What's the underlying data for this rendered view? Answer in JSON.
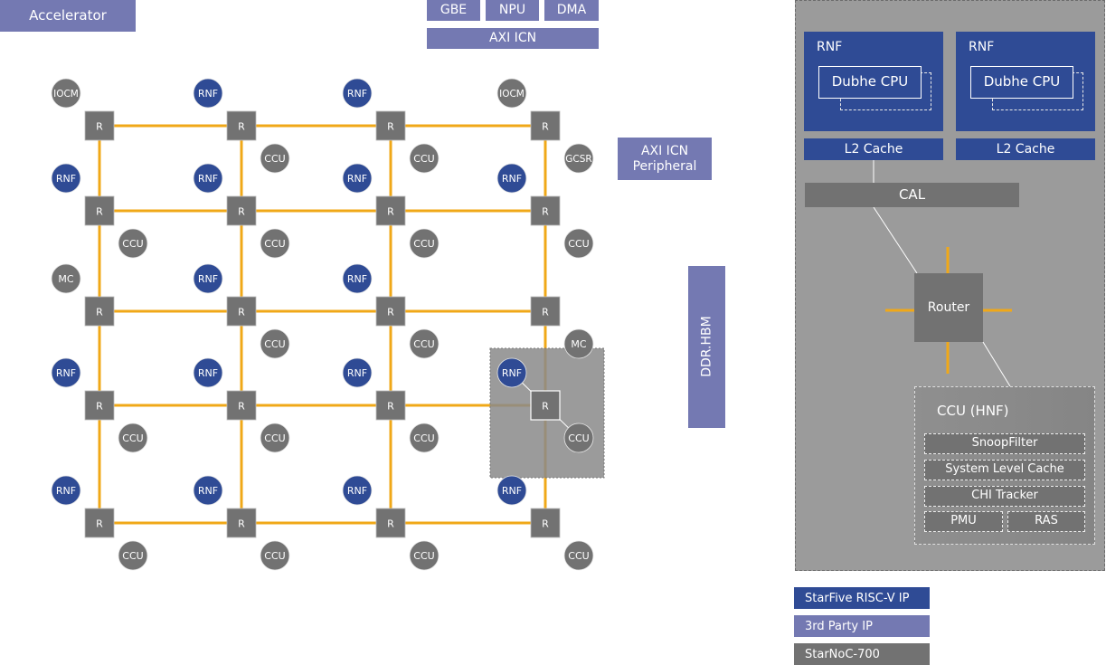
{
  "top_blocks": {
    "accelerator": "Accelerator",
    "gbe": "GBE",
    "npu": "NPU",
    "dma": "DMA",
    "axi_icn": "AXI ICN",
    "axi_icn_peripheral_line1": "AXI ICN",
    "axi_icn_peripheral_line2": "Peripheral",
    "ddr_hbm": "DDR.HBM"
  },
  "mesh": {
    "router_label": "R",
    "routers": [
      [
        {
          "label": "R"
        },
        {
          "label": "R"
        },
        {
          "label": "R"
        },
        {
          "label": "R"
        }
      ],
      [
        {
          "label": "R"
        },
        {
          "label": "R"
        },
        {
          "label": "R"
        },
        {
          "label": "R"
        }
      ],
      [
        {
          "label": "R"
        },
        {
          "label": "R"
        },
        {
          "label": "R"
        },
        {
          "label": "R"
        }
      ],
      [
        {
          "label": "R"
        },
        {
          "label": "R"
        },
        {
          "label": "R"
        },
        {
          "label": "R"
        }
      ],
      [
        {
          "label": "R"
        },
        {
          "label": "R"
        },
        {
          "label": "R"
        },
        {
          "label": "R"
        }
      ]
    ],
    "nodes": [
      {
        "label": "IOCM",
        "type": "noc",
        "row": 0,
        "col": 0,
        "pos": "nw"
      },
      {
        "label": "RNF",
        "type": "star",
        "row": 0,
        "col": 1,
        "pos": "nw"
      },
      {
        "label": "RNF",
        "type": "star",
        "row": 0,
        "col": 2,
        "pos": "nw"
      },
      {
        "label": "IOCM",
        "type": "noc",
        "row": 0,
        "col": 3,
        "pos": "nw"
      },
      {
        "label": "CCU",
        "type": "noc",
        "row": 0,
        "col": 1,
        "pos": "se"
      },
      {
        "label": "CCU",
        "type": "noc",
        "row": 0,
        "col": 2,
        "pos": "se"
      },
      {
        "label": "GCSR",
        "type": "noc",
        "row": 0,
        "col": 3,
        "pos": "se"
      },
      {
        "label": "RNF",
        "type": "star",
        "row": 1,
        "col": 0,
        "pos": "nw"
      },
      {
        "label": "RNF",
        "type": "star",
        "row": 1,
        "col": 1,
        "pos": "nw"
      },
      {
        "label": "RNF",
        "type": "star",
        "row": 1,
        "col": 2,
        "pos": "nw"
      },
      {
        "label": "RNF",
        "type": "star",
        "row": 1,
        "col": 3,
        "pos": "nw"
      },
      {
        "label": "CCU",
        "type": "noc",
        "row": 1,
        "col": 0,
        "pos": "se"
      },
      {
        "label": "CCU",
        "type": "noc",
        "row": 1,
        "col": 1,
        "pos": "se"
      },
      {
        "label": "CCU",
        "type": "noc",
        "row": 1,
        "col": 2,
        "pos": "se"
      },
      {
        "label": "CCU",
        "type": "noc",
        "row": 1,
        "col": 3,
        "pos": "se"
      },
      {
        "label": "MC",
        "type": "noc",
        "row": 2,
        "col": 0,
        "pos": "nw"
      },
      {
        "label": "RNF",
        "type": "star",
        "row": 2,
        "col": 1,
        "pos": "nw"
      },
      {
        "label": "RNF",
        "type": "star",
        "row": 2,
        "col": 2,
        "pos": "nw"
      },
      {
        "label": "CCU",
        "type": "noc",
        "row": 2,
        "col": 1,
        "pos": "se"
      },
      {
        "label": "CCU",
        "type": "noc",
        "row": 2,
        "col": 2,
        "pos": "se"
      },
      {
        "label": "MC",
        "type": "noc",
        "row": 2,
        "col": 3,
        "pos": "se"
      },
      {
        "label": "RNF",
        "type": "star",
        "row": 3,
        "col": 0,
        "pos": "nw"
      },
      {
        "label": "RNF",
        "type": "star",
        "row": 3,
        "col": 1,
        "pos": "nw"
      },
      {
        "label": "RNF",
        "type": "star",
        "row": 3,
        "col": 2,
        "pos": "nw"
      },
      {
        "label": "RNF",
        "type": "star",
        "row": 3,
        "col": 3,
        "pos": "nw"
      },
      {
        "label": "CCU",
        "type": "noc",
        "row": 3,
        "col": 0,
        "pos": "se"
      },
      {
        "label": "CCU",
        "type": "noc",
        "row": 3,
        "col": 1,
        "pos": "se"
      },
      {
        "label": "CCU",
        "type": "noc",
        "row": 3,
        "col": 2,
        "pos": "se"
      },
      {
        "label": "CCU",
        "type": "noc",
        "row": 3,
        "col": 3,
        "pos": "se"
      },
      {
        "label": "RNF",
        "type": "star",
        "row": 4,
        "col": 0,
        "pos": "nw"
      },
      {
        "label": "RNF",
        "type": "star",
        "row": 4,
        "col": 1,
        "pos": "nw"
      },
      {
        "label": "RNF",
        "type": "star",
        "row": 4,
        "col": 2,
        "pos": "nw"
      },
      {
        "label": "RNF",
        "type": "star",
        "row": 4,
        "col": 3,
        "pos": "nw"
      },
      {
        "label": "CCU",
        "type": "noc",
        "row": 4,
        "col": 0,
        "pos": "se"
      },
      {
        "label": "CCU",
        "type": "noc",
        "row": 4,
        "col": 1,
        "pos": "se"
      },
      {
        "label": "CCU",
        "type": "noc",
        "row": 4,
        "col": 2,
        "pos": "se"
      },
      {
        "label": "CCU",
        "type": "noc",
        "row": 4,
        "col": 3,
        "pos": "se"
      }
    ],
    "highlight": {
      "row": 3,
      "col": 3
    }
  },
  "detail": {
    "rnf_left": {
      "title": "RNF",
      "cpu": "Dubhe CPU",
      "cache": "L2 Cache"
    },
    "rnf_right": {
      "title": "RNF",
      "cpu": "Dubhe CPU",
      "cache": "L2 Cache"
    },
    "cal": "CAL",
    "router": "Router",
    "ccu": {
      "title": "CCU (HNF)",
      "snoop_filter": "SnoopFilter",
      "slc": "System Level Cache",
      "chi_tracker": "CHI Tracker",
      "pmu": "PMU",
      "ras": "RAS"
    }
  },
  "legend": [
    {
      "label": "StarFive RISC-V IP",
      "color": "#2f4b95"
    },
    {
      "label": "3rd Party IP",
      "color": "#7479b2"
    },
    {
      "label": "StarNoC-700",
      "color": "#727272"
    }
  ],
  "colors": {
    "starfive": "#2f4b95",
    "third_party": "#7479b2",
    "starnoc": "#727272",
    "link": "#f0a818",
    "panel": "#9b9b9b"
  }
}
